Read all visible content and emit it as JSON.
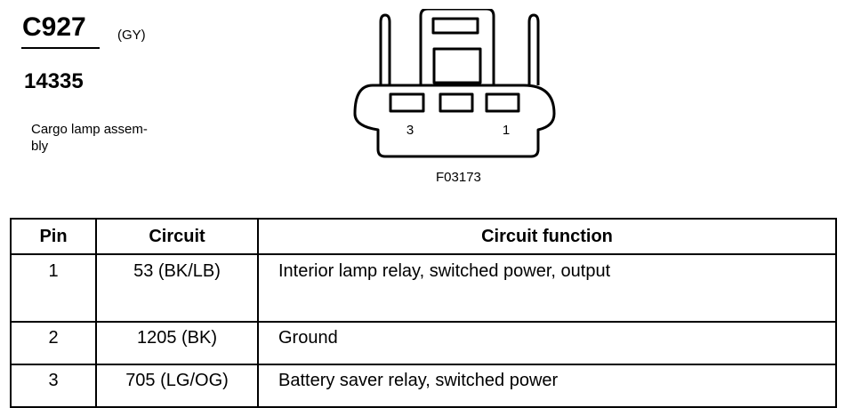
{
  "connector": {
    "id": "C927",
    "color_code": "(GY)",
    "part_number": "14335",
    "description": "Cargo lamp assem-\nbly",
    "figure_code": "F03173",
    "pin_labels": {
      "left": "3",
      "right": "1"
    }
  },
  "table": {
    "headers": {
      "pin": "Pin",
      "circuit": "Circuit",
      "function": "Circuit function"
    },
    "rows": [
      {
        "pin": "1",
        "circuit": "53 (BK/LB)",
        "function": "Interior lamp relay, switched power, output"
      },
      {
        "pin": "2",
        "circuit": "1205 (BK)",
        "function": "Ground"
      },
      {
        "pin": "3",
        "circuit": "705 (LG/OG)",
        "function": "Battery saver relay, switched power"
      }
    ]
  }
}
